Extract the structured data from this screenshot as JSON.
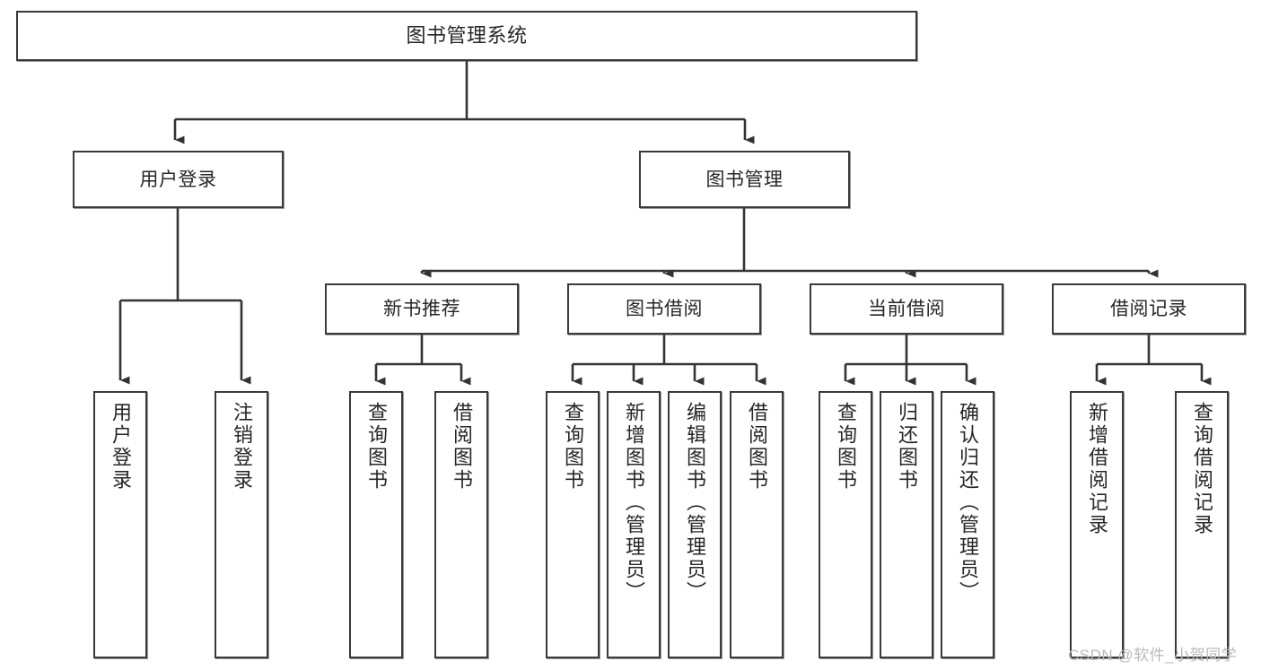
{
  "diagram": {
    "title": "图书管理系统",
    "type": "functional-decomposition-tree",
    "root": {
      "label": "图书管理系统"
    },
    "level2": [
      {
        "label": "用户登录"
      },
      {
        "label": "图书管理"
      }
    ],
    "level3": [
      {
        "label": "新书推荐"
      },
      {
        "label": "图书借阅"
      },
      {
        "label": "当前借阅"
      },
      {
        "label": "借阅记录"
      }
    ],
    "leaves": {
      "user_login": [
        {
          "label": "用户登录"
        },
        {
          "label": "注销登录"
        }
      ],
      "new_book_recommend": [
        {
          "label": "查询图书"
        },
        {
          "label": "借阅图书"
        }
      ],
      "book_borrow": [
        {
          "label": "查询图书"
        },
        {
          "label": "新增图书（管理员）"
        },
        {
          "label": "编辑图书（管理员）"
        },
        {
          "label": "借阅图书"
        }
      ],
      "current_borrow": [
        {
          "label": "查询图书"
        },
        {
          "label": "归还图书"
        },
        {
          "label": "确认归还（管理员）"
        }
      ],
      "borrow_record": [
        {
          "label": "新增借阅记录"
        },
        {
          "label": "查询借阅记录"
        }
      ]
    }
  },
  "watermark": {
    "text": "CSDN @软件_小贺同学"
  },
  "colors": {
    "stroke": "#3a3a3a",
    "background": "#ffffff",
    "text": "#262626",
    "watermark": "#b9b9b9"
  }
}
